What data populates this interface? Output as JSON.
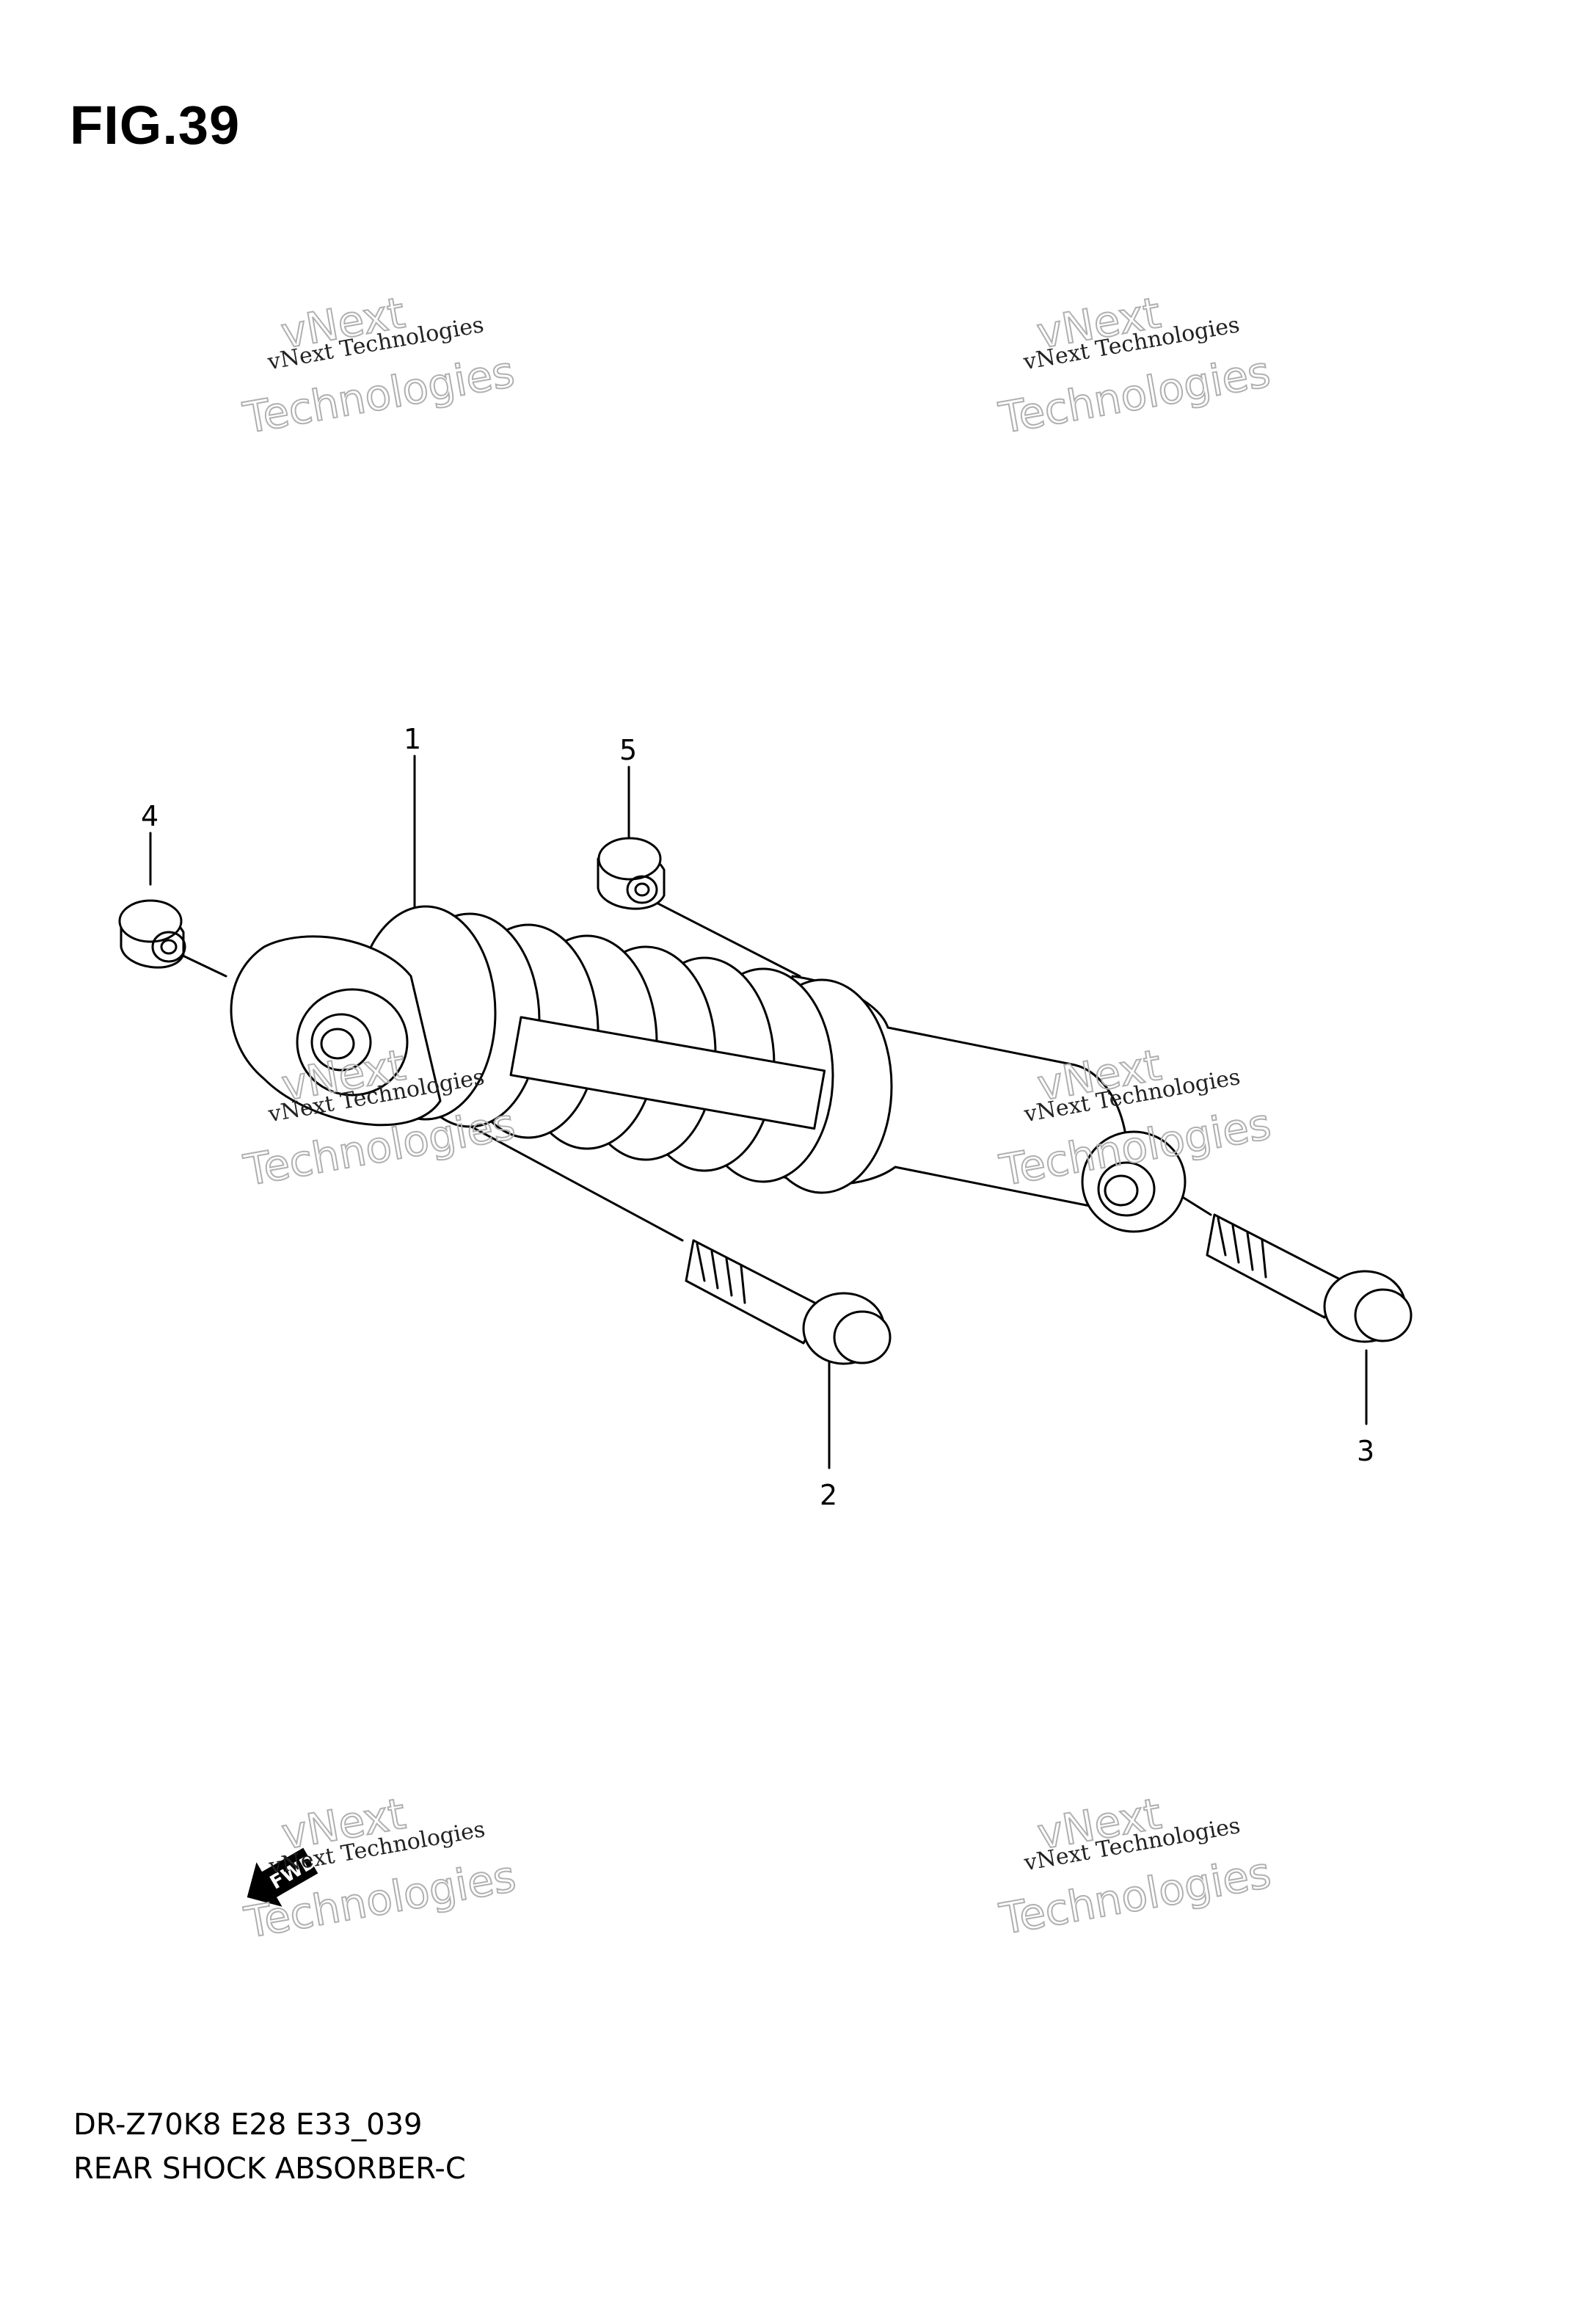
{
  "figure": {
    "title": "FIG.39"
  },
  "footer": {
    "model_code": "DR-Z70K8 E28 E33_039",
    "section_name": "REAR SHOCK ABSORBER-C"
  },
  "callouts": {
    "c1": "1",
    "c2": "2",
    "c3": "3",
    "c4": "4",
    "c5": "5"
  },
  "watermark": {
    "brand": "vNext",
    "line": "vNext Technologies",
    "word": "Technologies"
  },
  "fwd_label": "FWD"
}
